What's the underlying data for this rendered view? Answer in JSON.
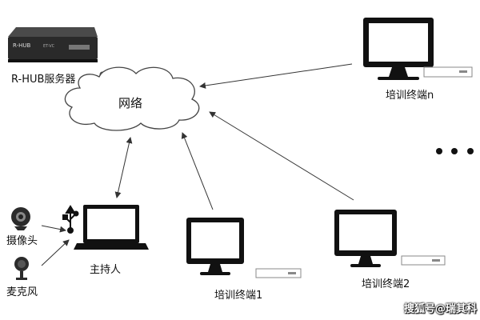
{
  "diagram": {
    "server_label": "R-HUB服务器",
    "server_brand": "R-HUB",
    "server_model": "ET-VC",
    "network_label": "网络",
    "host_label": "主持人",
    "camera_label": "摄像头",
    "mic_label": "麦克风",
    "terminal_1_label": "培训终端1",
    "terminal_2_label": "培训终端2",
    "terminal_n_label": "培训终端n",
    "ellipsis": "● ● ●",
    "usb_icon": "usb-icon"
  },
  "watermark": "搜狐号@瑞其科",
  "colors": {
    "line": "#333333",
    "monitor_frame": "#111111",
    "server_body": "#2a2a2a"
  }
}
